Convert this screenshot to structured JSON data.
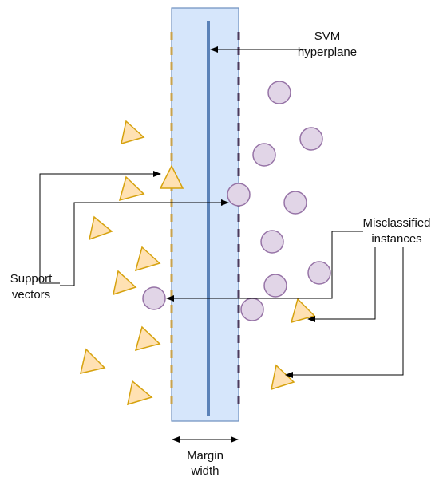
{
  "labels": {
    "hyperplane_line1": "SVM",
    "hyperplane_line2": "hyperplane",
    "support_line1": "Support",
    "support_line2": "vectors",
    "misclassified_line1": "Misclassified",
    "misclassified_line2": "instances",
    "margin_line1": "Margin",
    "margin_line2": "width"
  },
  "colors": {
    "margin_fill": "#d6e6fb",
    "margin_stroke": "#6c8ebf",
    "hyperplane": "#5b82b8",
    "left_margin_dash": "#c9a24a",
    "right_margin_dash": "#4a3a5c",
    "triangle_fill": "#ffe1b3",
    "triangle_stroke": "#d6a20e",
    "circle_fill": "#e1d5e7",
    "circle_stroke": "#9673a6",
    "arrow": "#000000"
  },
  "shapes": {
    "triangle_class": "triangle",
    "circle_class": "circle"
  }
}
